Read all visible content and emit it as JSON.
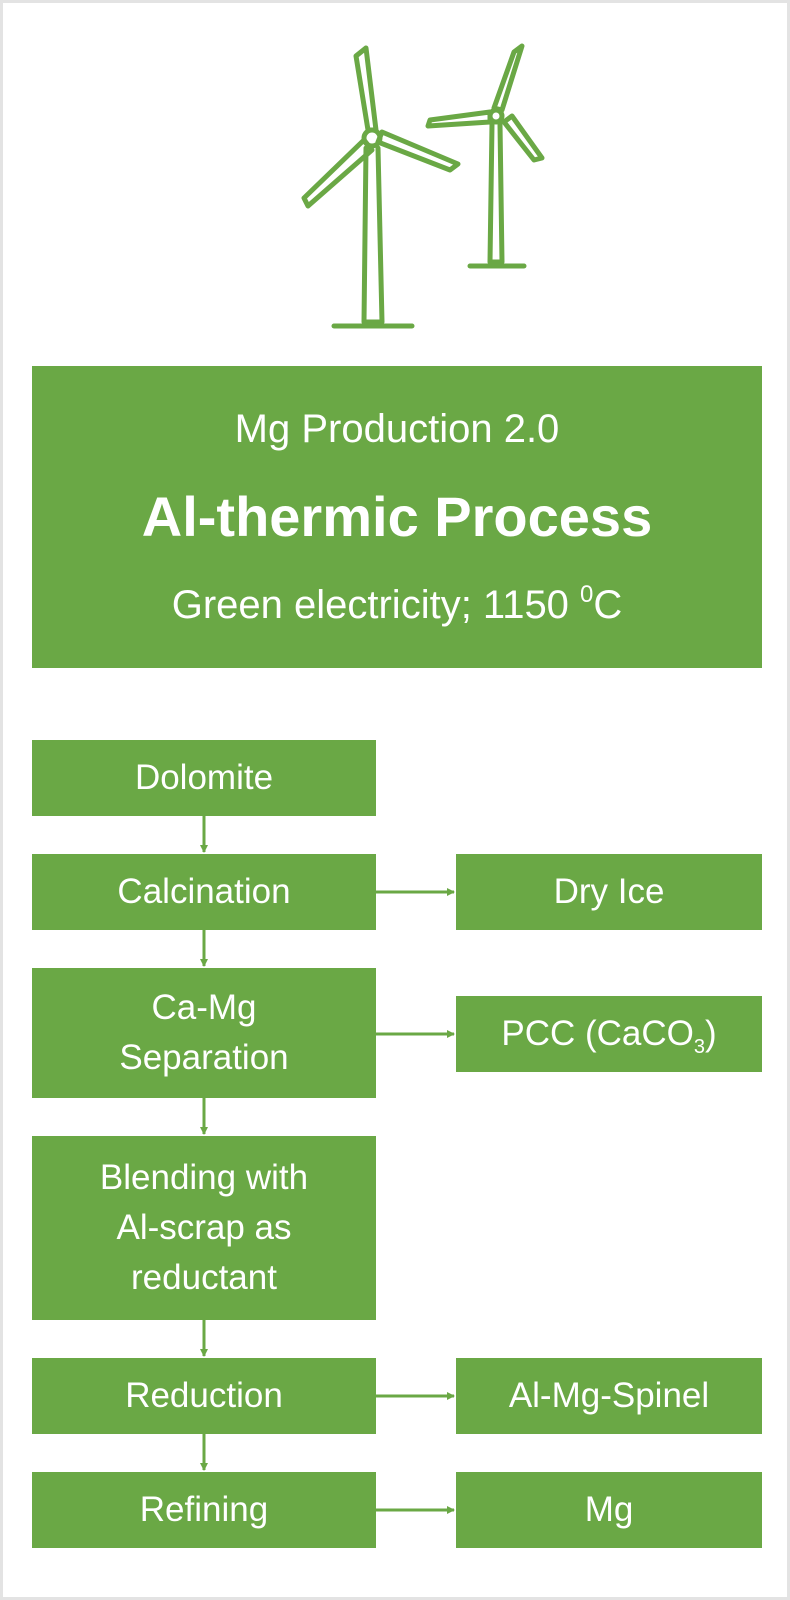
{
  "colors": {
    "green": "#6aa845",
    "arrow": "#6aa845",
    "background": "#ffffff"
  },
  "icon": "wind-turbines-icon",
  "header": {
    "subtitle": "Mg Production 2.0",
    "title": "Al-thermic Process",
    "note_prefix": "Green electricity; 1150 ",
    "note_degree": "0",
    "note_suffix": "C"
  },
  "process_steps": [
    {
      "label": "Dolomite"
    },
    {
      "label": "Calcination"
    },
    {
      "label_line1": "Ca-Mg",
      "label_line2": "Separation"
    },
    {
      "label_line1": "Blending with",
      "label_line2": "Al-scrap as",
      "label_line3": "reductant"
    },
    {
      "label": "Reduction"
    },
    {
      "label": "Refining"
    }
  ],
  "outputs": [
    {
      "from": "Calcination",
      "label": "Dry Ice"
    },
    {
      "from": "Ca-Mg Separation",
      "label_main": "PCC (CaCO",
      "label_sub": "3",
      "label_end": ")"
    },
    {
      "from": "Reduction",
      "label": "Al-Mg-Spinel"
    },
    {
      "from": "Refining",
      "label": "Mg"
    }
  ]
}
